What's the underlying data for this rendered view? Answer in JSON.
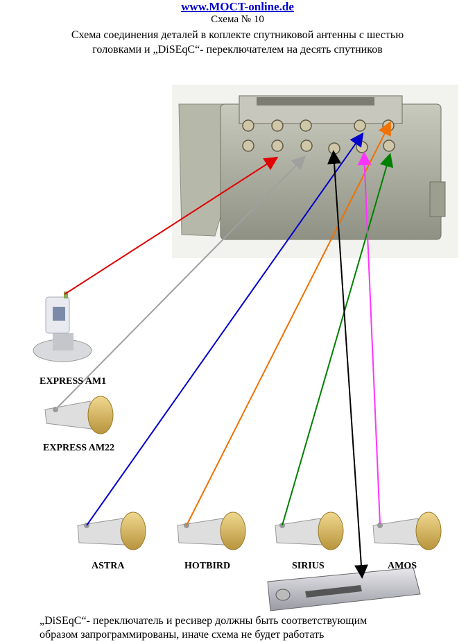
{
  "header": {
    "site": "www.MOCT-online.de",
    "scheme": "Схема № 10",
    "desc_line1": "Схема соединения деталей в коплекте спутниковой антенны с  шестью",
    "desc_line2": "головками и „DiSEqC“- переключателем  на десять спутников"
  },
  "labels": {
    "express_am1": "EXPRESS AM1",
    "express_am22": "EXPRESS AM22",
    "astra": "ASTRA",
    "hotbird": "HOTBIRD",
    "sirius": "SIRIUS",
    "amos": "AMOS"
  },
  "note": {
    "line1": "„DiSEqC“- переключатель и ресивер должны быть соответствующим",
    "line2": "образом запрограммированы, иначе схема не будет работать"
  },
  "colors": {
    "red": "#e00000",
    "gray": "#a0a0a0",
    "blue": "#0000cc",
    "orange": "#f07000",
    "green": "#008000",
    "black": "#000000",
    "magenta": "#ff33ff",
    "switch_body": "#a9ab9c",
    "lnb_yellow": "#d9b85a"
  }
}
